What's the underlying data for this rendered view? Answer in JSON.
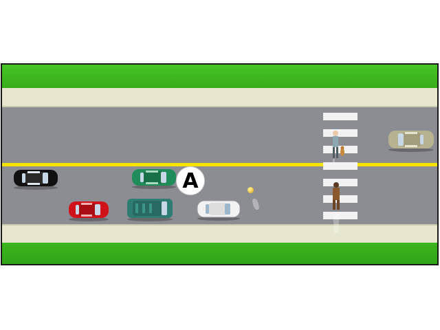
{
  "scene": {
    "marker_label": "A",
    "colors": {
      "grass": "#3fb81f",
      "sidewalk": "#e7e7cf",
      "road": "#8c8d92",
      "center_line": "#f4e400",
      "crosswalk": "#f2f2f2"
    },
    "vehicles": [
      {
        "name": "black-car",
        "color": "#111111",
        "lane": "left-of-center"
      },
      {
        "name": "green-car",
        "color": "#1f8c5a",
        "lane": "near-center"
      },
      {
        "name": "red-car",
        "color": "#d0131b",
        "lane": "near"
      },
      {
        "name": "green-van",
        "color": "#2f7d72",
        "lane": "near"
      },
      {
        "name": "white-car",
        "color": "#f2f2f2",
        "lane": "near"
      },
      {
        "name": "tan-car",
        "color": "#b7b290",
        "lane": "far"
      }
    ],
    "pedestrians": [
      {
        "name": "pedestrian-with-dog",
        "clothing": "#6f7f86"
      },
      {
        "name": "pedestrian-brown",
        "clothing": "#8a5a2e"
      }
    ],
    "objects": [
      "ball-icon"
    ]
  }
}
